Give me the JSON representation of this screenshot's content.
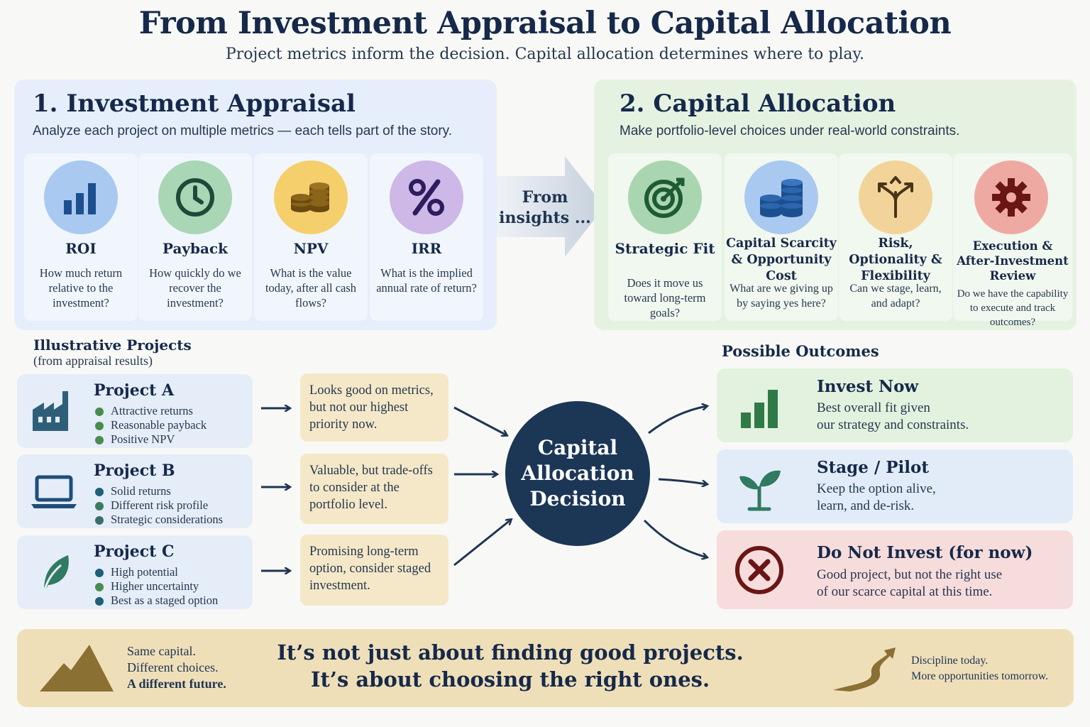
{
  "header": {
    "title": "From Investment Appraisal to Capital Allocation",
    "subtitle": "Project metrics inform the decision. Capital allocation determines where to play."
  },
  "appraisal": {
    "title": "1. Investment Appraisal",
    "subtitle": "Analyze each project on multiple metrics — each tells part of the story.",
    "metrics": [
      {
        "label": "ROI",
        "desc": "How much return relative to the investment?",
        "icon": "bar-chart-icon",
        "color": "#a9c9f0"
      },
      {
        "label": "Payback",
        "desc": "How quickly do we recover the investment?",
        "icon": "clock-icon",
        "color": "#a9d6b4"
      },
      {
        "label": "NPV",
        "desc": "What is the value today, after all cash flows?",
        "icon": "coins-icon",
        "color": "#f6cf6d"
      },
      {
        "label": "IRR",
        "desc": "What is the implied annual rate of return?",
        "icon": "percent-icon",
        "color": "#cdb8e8"
      }
    ]
  },
  "bridge": {
    "text": "From insights ..."
  },
  "allocation": {
    "title": "2. Capital Allocation",
    "subtitle": "Make portfolio-level choices under real-world constraints.",
    "criteria": [
      {
        "label": "Strategic Fit",
        "desc": "Does it move us toward long-term goals?",
        "icon": "target-icon",
        "color": "#a9d6b0"
      },
      {
        "label": "Capital Scarcity & Opportunity Cost",
        "desc": "What are we giving up by saying yes here?",
        "icon": "coin-stack-icon",
        "color": "#a9c9f0"
      },
      {
        "label": "Risk, Optionality & Flexibility",
        "desc": "Can we stage, learn, and adapt?",
        "icon": "branching-arrows-icon",
        "color": "#f2d49a"
      },
      {
        "label": "Execution & After-Investment Review",
        "desc": "Do we have the capability to execute and track outcomes?",
        "icon": "gear-icon",
        "color": "#eeaaa2"
      }
    ]
  },
  "projects": {
    "heading": "Illustrative Projects",
    "note": "(from appraisal results)",
    "items": [
      {
        "name": "Project A",
        "icon": "factory-icon",
        "bullets": [
          "Attractive returns",
          "Reasonable payback",
          "Positive NPV"
        ],
        "dots": [
          "#4a8b4e",
          "#4a8b4e",
          "#4a8b4e"
        ],
        "assessment": "Looks good on metrics, but not our highest priority now."
      },
      {
        "name": "Project B",
        "icon": "laptop-icon",
        "bullets": [
          "Solid returns",
          "Different risk profile",
          "Strategic considerations"
        ],
        "dots": [
          "#1f5f78",
          "#3b7b62",
          "#3b6e6a"
        ],
        "assessment": "Valuable, but trade-offs to consider at the portfolio level."
      },
      {
        "name": "Project C",
        "icon": "leaf-icon",
        "bullets": [
          "High potential",
          "Higher uncertainty",
          "Best as a staged option"
        ],
        "dots": [
          "#1f5f78",
          "#4a8b4e",
          "#1f5f78"
        ],
        "assessment": "Promising long-term option, consider staged investment."
      }
    ]
  },
  "decision": {
    "line1": "Capital",
    "line2": "Allocation",
    "line3": "Decision"
  },
  "outcomes": {
    "heading": "Possible Outcomes",
    "items": [
      {
        "title": "Invest Now",
        "desc1": "Best overall fit given",
        "desc2": "our strategy and constraints.",
        "icon": "bar-chart-icon",
        "bg": "#e3f1df"
      },
      {
        "title": "Stage / Pilot",
        "desc1": "Keep the option alive,",
        "desc2": "learn, and de-risk.",
        "icon": "sprout-icon",
        "bg": "#e2ecf8"
      },
      {
        "title": "Do Not Invest (for now)",
        "desc1": "Good project, but not the right use",
        "desc2": "of our scarce capital at this time.",
        "icon": "cancel-circle-icon",
        "bg": "#f7dcdc"
      }
    ]
  },
  "banner": {
    "left1": "Same capital.",
    "left2": "Different choices.",
    "left3": "A different future.",
    "mid1": "It’s not just about finding good projects.",
    "mid2": "It’s about choosing the right ones.",
    "right1": "Discipline today.",
    "right2": "More opportunities tomorrow."
  }
}
